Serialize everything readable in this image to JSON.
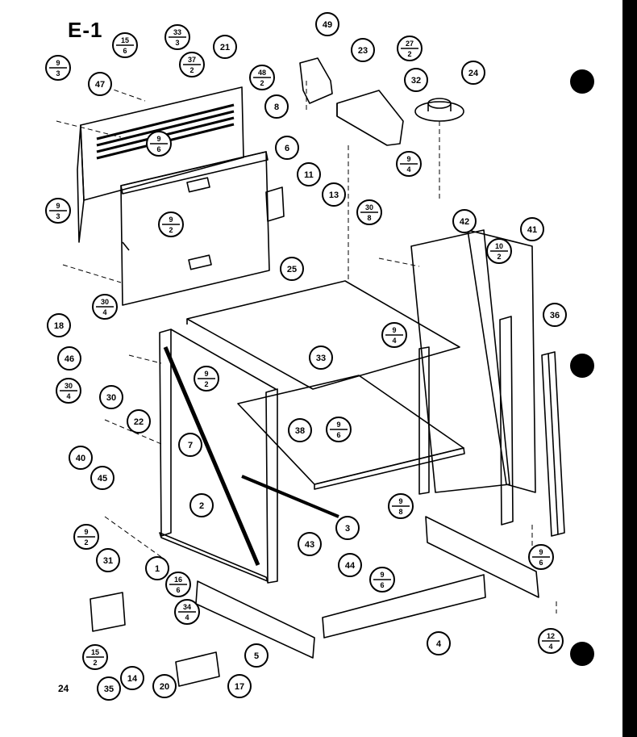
{
  "title": "E-1",
  "page_number": "24",
  "callouts": [
    "47",
    "21",
    "8",
    "6",
    "11",
    "13",
    "25",
    "33",
    "18",
    "46",
    "30",
    "22",
    "7",
    "38",
    "40",
    "45",
    "2",
    "3",
    "1",
    "31",
    "14",
    "35",
    "20",
    "17",
    "5",
    "4",
    "43",
    "44",
    "23",
    "32",
    "24",
    "49",
    "42",
    "41",
    "36"
  ],
  "fraction_callouts": [
    {
      "num": "9",
      "den": "3"
    },
    {
      "num": "15",
      "den": "6"
    },
    {
      "num": "33",
      "den": "3"
    },
    {
      "num": "37",
      "den": "2"
    },
    {
      "num": "48",
      "den": "2"
    },
    {
      "num": "9",
      "den": "6"
    },
    {
      "num": "9",
      "den": "3"
    },
    {
      "num": "9",
      "den": "2"
    },
    {
      "num": "30",
      "den": "4"
    },
    {
      "num": "30",
      "den": "4"
    },
    {
      "num": "9",
      "den": "2"
    },
    {
      "num": "9",
      "den": "6"
    },
    {
      "num": "9",
      "den": "8"
    },
    {
      "num": "9",
      "den": "2"
    },
    {
      "num": "16",
      "den": "6"
    },
    {
      "num": "34",
      "den": "4"
    },
    {
      "num": "15",
      "den": "2"
    },
    {
      "num": "9",
      "den": "6"
    },
    {
      "num": "27",
      "den": "2"
    },
    {
      "num": "9",
      "den": "4"
    },
    {
      "num": "30",
      "den": "8"
    },
    {
      "num": "10",
      "den": "2"
    },
    {
      "num": "9",
      "den": "4"
    },
    {
      "num": "9",
      "den": "6"
    },
    {
      "num": "12",
      "den": "4"
    }
  ]
}
